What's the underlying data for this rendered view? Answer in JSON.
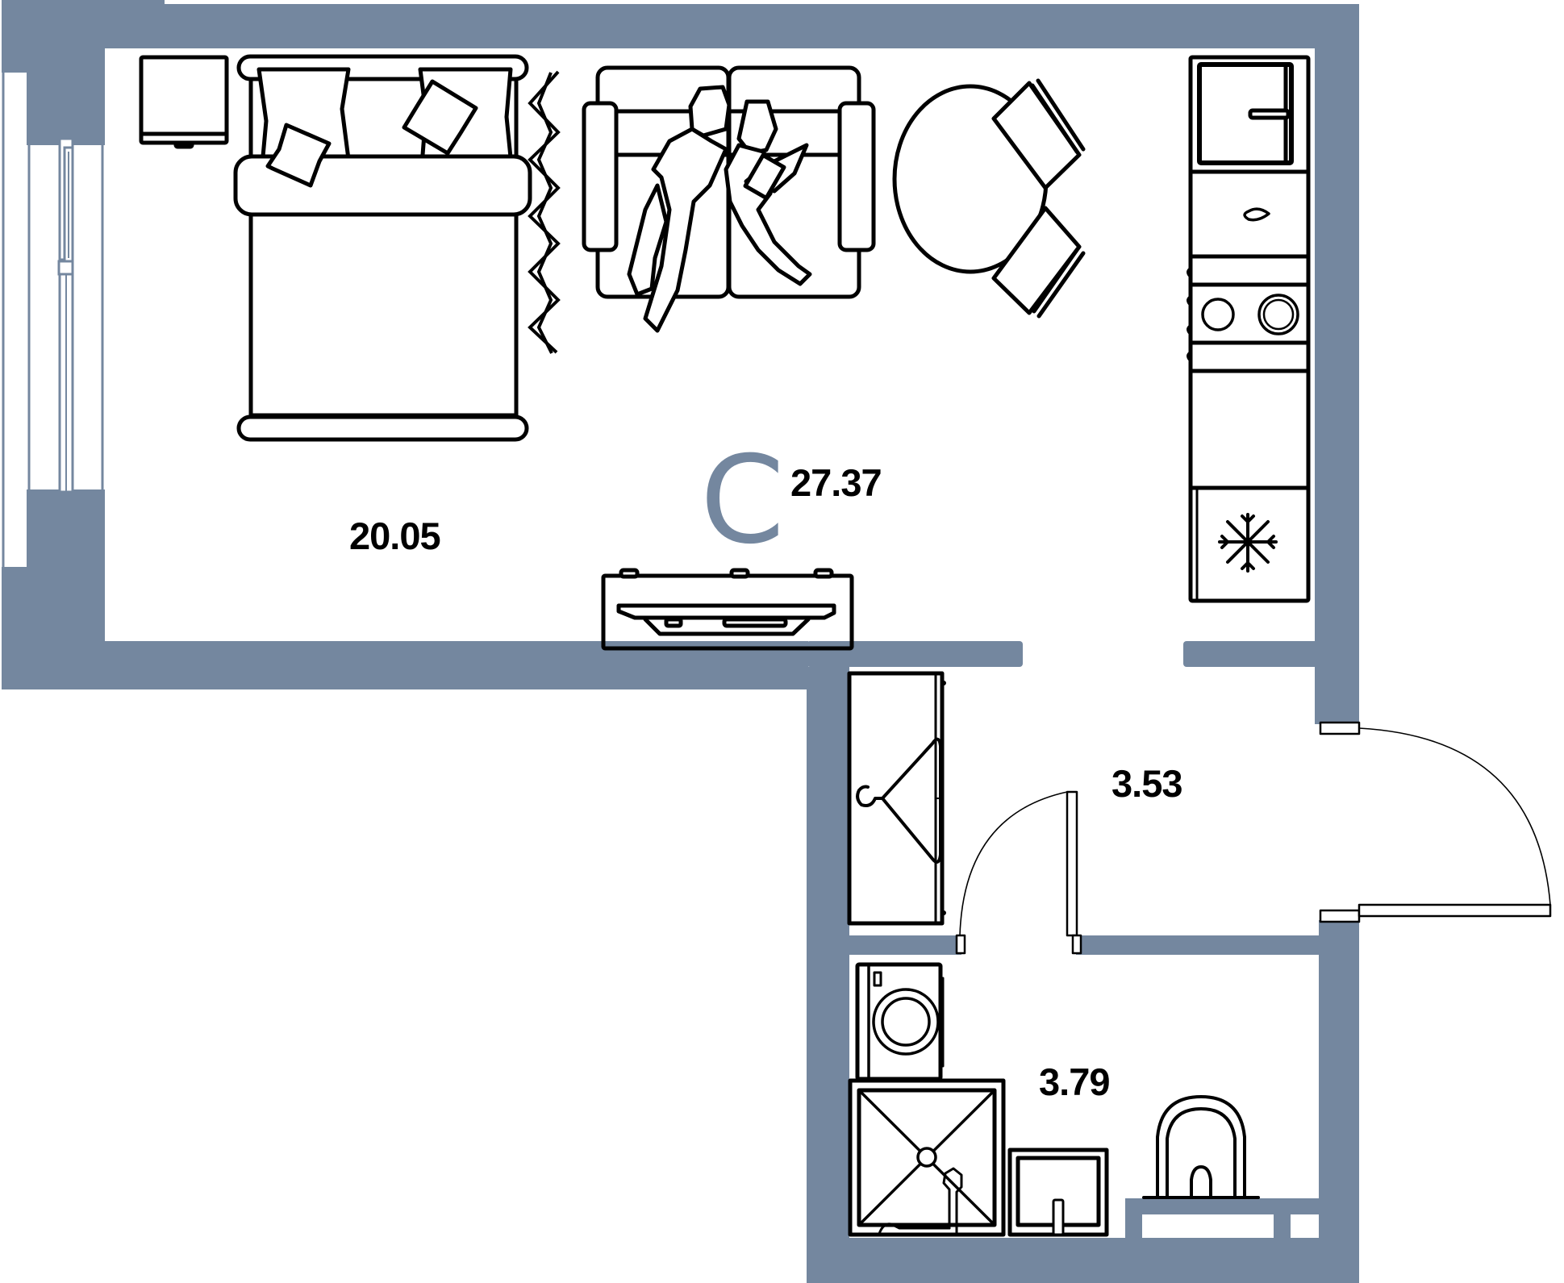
{
  "plan": {
    "apartment_type": "C",
    "total_area": "27.37",
    "colors": {
      "wall": "#74879f",
      "line": "#000000",
      "background": "#ffffff",
      "type_letter": "#74879f"
    },
    "rooms": [
      {
        "name": "living-room",
        "area": "20.05"
      },
      {
        "name": "hallway",
        "area": "3.53"
      },
      {
        "name": "bathroom",
        "area": "3.79"
      }
    ],
    "fixtures": [
      "nightstand",
      "double-bed",
      "folding-screen",
      "sofa",
      "people-on-sofa",
      "round-table",
      "chair",
      "chair",
      "kitchen-sink",
      "faucet",
      "stove",
      "fridge-freezer",
      "tv-console",
      "tv",
      "wardrobe",
      "clothes-hanger",
      "washing-machine",
      "shower-tray",
      "washbasin",
      "toilet",
      "entry-door",
      "bathroom-door",
      "window"
    ]
  }
}
